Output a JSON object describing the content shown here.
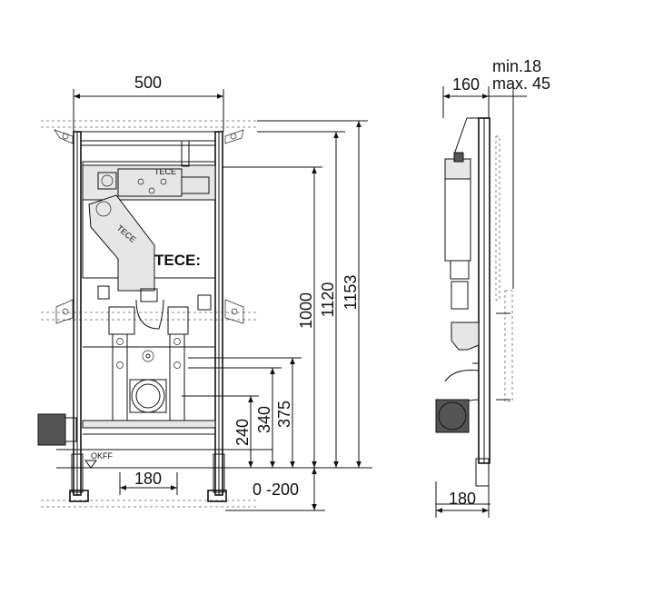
{
  "brand": {
    "logo_text": "TECE:",
    "tank_label": "TECE"
  },
  "front_view": {
    "width_label": "500",
    "pipe_spacing_label": "180",
    "floor_label": "OKFF",
    "adjust_label": "0 -200",
    "heights": {
      "h240": "240",
      "h340": "340",
      "h375": "375",
      "h1000": "1000",
      "h1120": "1120",
      "h1153": "1153"
    }
  },
  "side_view": {
    "depth_label": "160",
    "min_label": "min.18",
    "max_label": "max. 45",
    "bottom_label": "180"
  }
}
